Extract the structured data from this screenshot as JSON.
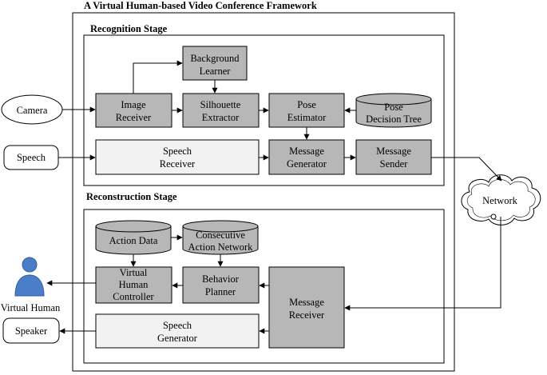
{
  "title": "A  Virtual Human-based Video Conference Framework",
  "recognition_stage": {
    "title": "Recognition Stage",
    "image_receiver": [
      "Image",
      "Receiver"
    ],
    "background_learner": [
      "Background",
      "Learner"
    ],
    "silhouette_extractor": [
      "Silhouette",
      "Extractor"
    ],
    "pose_estimator": [
      "Pose",
      "Estimator"
    ],
    "pose_decision_tree": [
      "Pose",
      "Decision Tree"
    ],
    "speech_receiver": [
      "Speech",
      "Receiver"
    ],
    "message_generator": [
      "Message",
      "Generator"
    ],
    "message_sender": [
      "Message",
      "Sender"
    ]
  },
  "reconstruction_stage": {
    "title": "Reconstruction Stage",
    "action_data": [
      "Action Data"
    ],
    "consecutive_action_network": [
      "Consecutive",
      "Action Network"
    ],
    "virtual_human_controller": [
      "Virtual",
      "Human",
      "Controller"
    ],
    "behavior_planner": [
      "Behavior",
      "Planner"
    ],
    "message_receiver": [
      "Message",
      "Receiver"
    ],
    "speech_generator": [
      "Speech",
      "Generator"
    ]
  },
  "external": {
    "camera": "Camera",
    "speech": "Speech",
    "network": "Network",
    "virtual_human": "Virtual Human",
    "speaker": "Speaker"
  },
  "colors": {
    "process_box": "#b7b7b7",
    "light_box": "#f2f2f2",
    "human_icon": "#4a7ec8",
    "stroke": "#000000"
  }
}
